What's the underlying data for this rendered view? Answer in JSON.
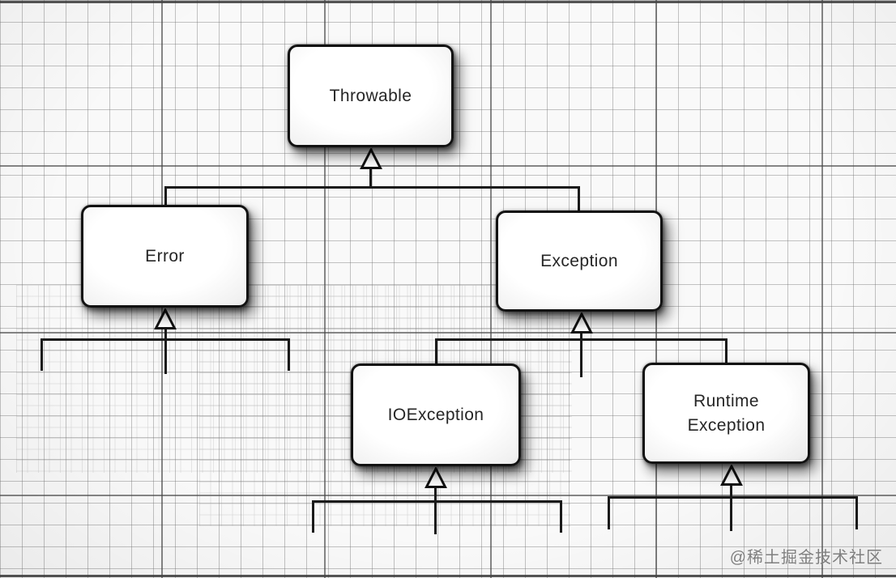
{
  "nodes": [
    {
      "id": "throwable",
      "label": "Throwable"
    },
    {
      "id": "error",
      "label": "Error"
    },
    {
      "id": "exception",
      "label": "Exception"
    },
    {
      "id": "ioexception",
      "label": "IOException"
    },
    {
      "id": "runtime_exception",
      "label": "Runtime Exception"
    }
  ],
  "edges": [
    {
      "from": "error",
      "to": "throwable",
      "type": "inheritance"
    },
    {
      "from": "exception",
      "to": "throwable",
      "type": "inheritance"
    },
    {
      "from": "ioexception",
      "to": "exception",
      "type": "inheritance"
    },
    {
      "from": "runtime_exception",
      "to": "exception",
      "type": "inheritance"
    },
    {
      "from": "collapsed-children",
      "to": "error",
      "type": "inheritance-collapsed"
    },
    {
      "from": "collapsed-children",
      "to": "ioexception",
      "type": "inheritance-collapsed"
    },
    {
      "from": "collapsed-children",
      "to": "runtime_exception",
      "type": "inheritance-collapsed"
    }
  ],
  "watermark": {
    "text": "@稀土掘金技术社区"
  },
  "colors": {
    "paper": "#f9f9f9",
    "grid_minor": "#6e6e6e",
    "grid_major": "#464646",
    "node_fill": "#ffffff",
    "node_border": "#121212",
    "line": "#1a1a1a",
    "watermark": "#696969"
  }
}
